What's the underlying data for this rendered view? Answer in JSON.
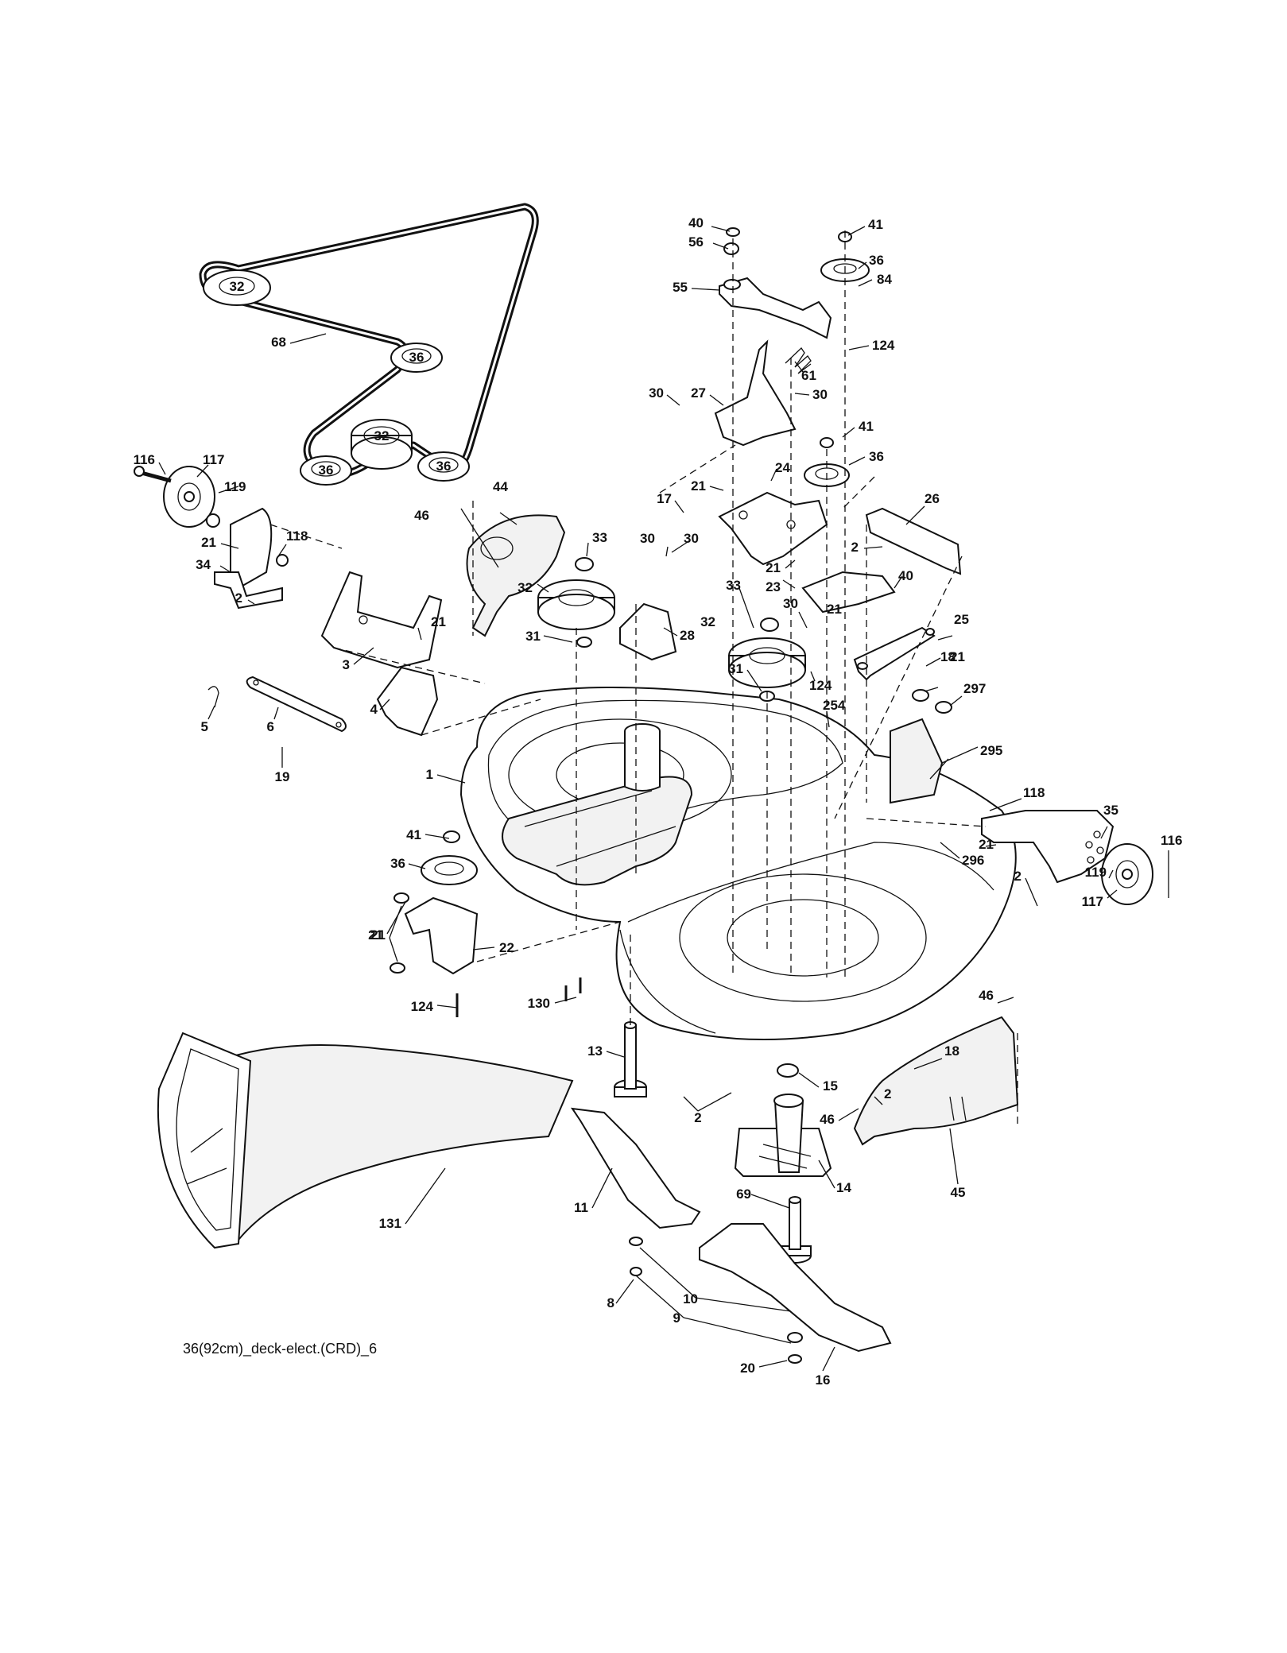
{
  "diagram": {
    "caption": "36(92cm)_deck-elect.(CRD)_6",
    "belt_pulley_labels": [
      "32",
      "36",
      "32",
      "36",
      "36"
    ],
    "callouts": [
      "40",
      "41",
      "56",
      "36",
      "55",
      "84",
      "124",
      "61",
      "30",
      "27",
      "30",
      "41",
      "36",
      "21",
      "17",
      "24",
      "26",
      "2",
      "40",
      "44",
      "46",
      "33",
      "30",
      "30",
      "21",
      "23",
      "21",
      "25",
      "21",
      "32",
      "31",
      "28",
      "33",
      "30",
      "32",
      "124",
      "18",
      "31",
      "297",
      "254",
      "295",
      "116",
      "117",
      "119",
      "21",
      "118",
      "34",
      "2",
      "3",
      "21",
      "4",
      "5",
      "6",
      "19",
      "1",
      "41",
      "36",
      "21",
      "118",
      "35",
      "21",
      "296",
      "116",
      "2",
      "119",
      "117",
      "22",
      "21",
      "124",
      "130",
      "46",
      "18",
      "13",
      "15",
      "2",
      "2",
      "46",
      "14",
      "45",
      "131",
      "11",
      "69",
      "10",
      "8",
      "9",
      "20",
      "16",
      "68"
    ]
  }
}
